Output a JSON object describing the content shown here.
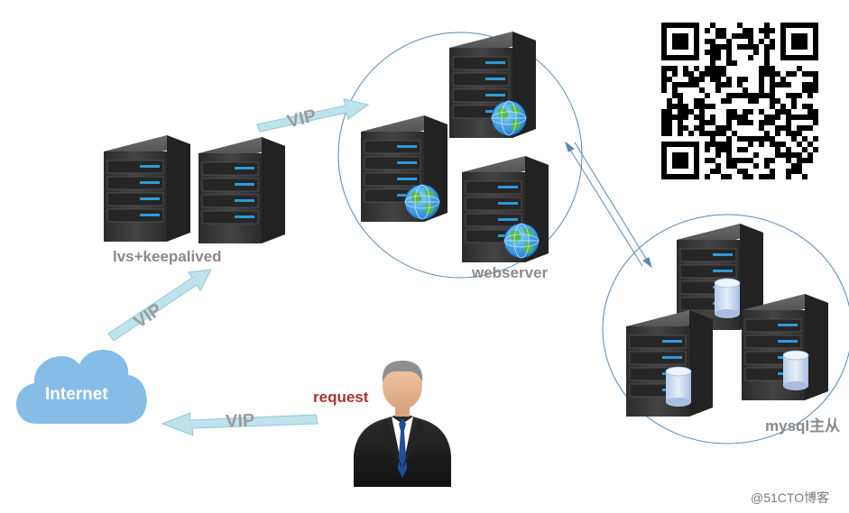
{
  "labels": {
    "lvs": "lvs+keepalived",
    "webserver": "webserver",
    "mysql": "mysql主从",
    "internet": "Internet",
    "request": "request",
    "vip_top": "VIP",
    "vip_left": "VIP",
    "vip_bottom": "VIP",
    "watermark": "@51CTO博客"
  },
  "colors": {
    "arrow_fill": "#bfe3ec",
    "arrow_stroke": "#8cc9da",
    "cloud": "#86bde8",
    "circle": "#5a88b4",
    "request_text": "#a83232",
    "label_text": "#8a8a8a",
    "server_body": "#3a3a3a",
    "server_led": "#2f9ad8"
  },
  "icons": {
    "server": "server-icon",
    "globe": "globe-icon",
    "database": "database-icon",
    "cloud": "cloud-icon",
    "user": "person-icon",
    "qr": "qr-code-icon"
  }
}
